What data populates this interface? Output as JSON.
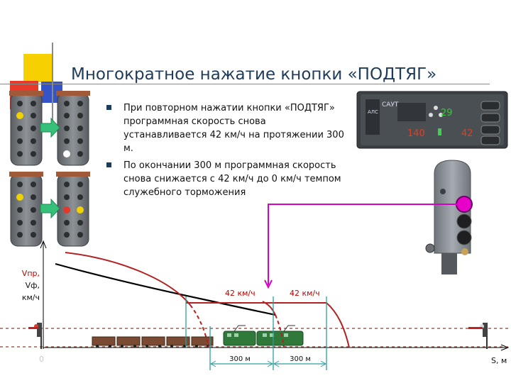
{
  "title": "Многократное нажатие кнопки «ПОДТЯГ»",
  "bullets": [
    "При повторном нажатии кнопки «ПОДТЯГ» программная скорость снова устанавливается 42 км/ч на протяжении 300 м.",
    "По окончании 300 м программная скорость снова снижается с 42 км/ч до 0 км/ч темпом служебного торможения"
  ],
  "panel": {
    "brand": "САУТ",
    "abbr": "АЛС",
    "readout_green": "29",
    "readout_left": "140",
    "readout_right": "42"
  },
  "diagram": {
    "y_axis_label_lines": [
      "Vпр,",
      "Vф,",
      "км/ч"
    ],
    "x_axis_label": "S, м",
    "origin_label": "0",
    "speed_label_1": "42 км/ч",
    "speed_label_2": "42 км/ч",
    "distance_label_1": "300 м",
    "distance_label_2": "300 м"
  },
  "colors": {
    "title": "#1f3b5a",
    "program_curve": "#b22222",
    "actual_curve": "#000000",
    "marker": "#2e9d9d",
    "button_pressed": "#e600c8",
    "arrow": "#36c07a"
  }
}
